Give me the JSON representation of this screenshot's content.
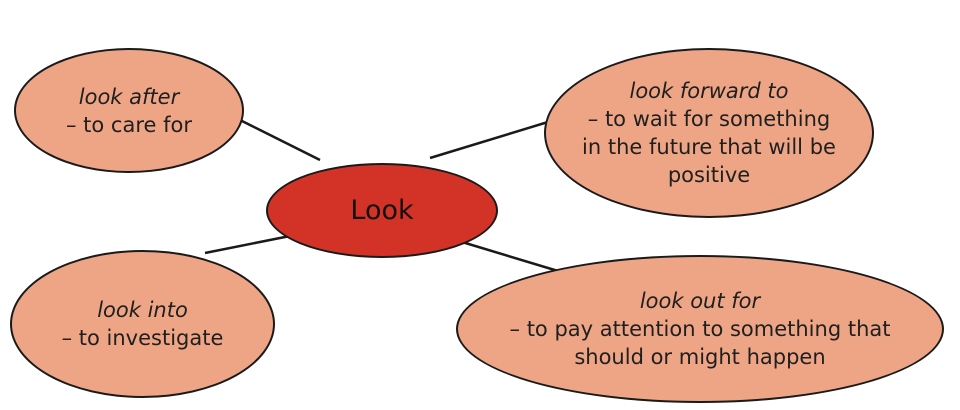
{
  "diagram": {
    "center": {
      "label": "Look"
    },
    "nodes": {
      "look_after": {
        "term": "look after",
        "definition": "– to care for"
      },
      "look_forward_to": {
        "term": "look forward to",
        "definition": "– to wait for something\nin the future that will be\npositive"
      },
      "look_into": {
        "term": "look into",
        "definition": "– to investigate"
      },
      "look_out_for": {
        "term": "look out for",
        "definition": "– to pay attention to something that\nshould or might happen"
      }
    },
    "colors": {
      "center_fill": "#d33326",
      "node_fill": "#eea586",
      "outline": "#1a1a1a"
    }
  }
}
